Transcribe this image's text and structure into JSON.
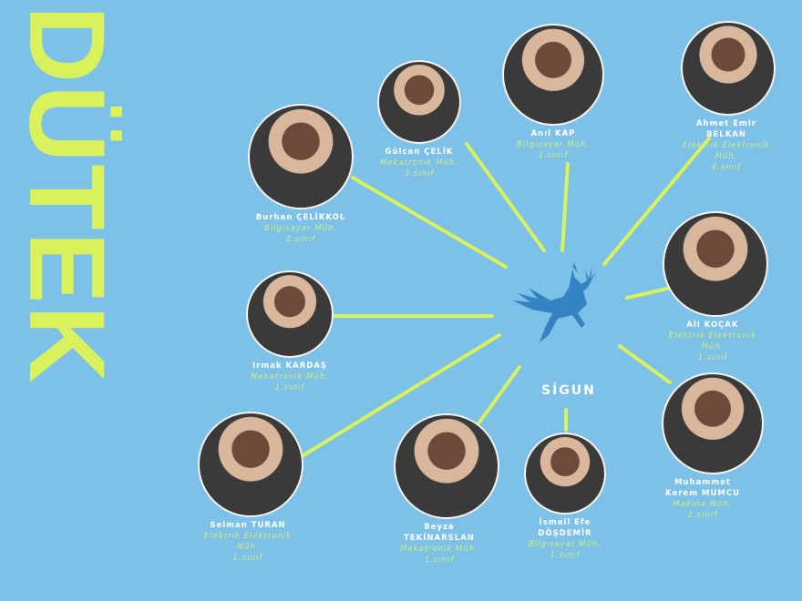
{
  "title": "DÜTEK",
  "org": "SİGUN",
  "colors": {
    "background": "#7dc1e9",
    "accent": "#d8f15c"
  },
  "members": [
    {
      "name": "Burhan ÇELİKKOL",
      "dept": "Bilgisayar  Müh.",
      "year": "2.sınıf"
    },
    {
      "name": "Gülcan ÇELİK",
      "dept": "Mekatronik Müh.",
      "year": "3.sınıf"
    },
    {
      "name": "Anıl KAP",
      "dept": "Bilgisayar Müh.",
      "year": "1.sınıf"
    },
    {
      "name": "Ahmet Emir BELKAN",
      "dept": "Elektrik Elektronik Müh.",
      "year": "4.sınıf"
    },
    {
      "name": "Ali KOÇAK",
      "dept": "Elektrik Elektronik Müh.",
      "year": "1.sınıf"
    },
    {
      "name": "Irmak KARDAŞ",
      "dept": "Mekatronik Müh.",
      "year": "1.sınıf"
    },
    {
      "name": "Selman TURAN",
      "dept": "Elektrik Elektronik Müh.",
      "year": "1.sınıf"
    },
    {
      "name": "Beyza TEKİNARSLAN",
      "dept": "Mekatronik Müh.",
      "year": "1.sınıf"
    },
    {
      "name": "İsmail Efe DÖŞDEMİR",
      "dept": "Bilgisayar Müh.",
      "year": "1.sınıf"
    },
    {
      "name": "Muhammet Kerem MUMCU",
      "dept": "Makine Müh.",
      "year": "2.sınıf"
    }
  ]
}
